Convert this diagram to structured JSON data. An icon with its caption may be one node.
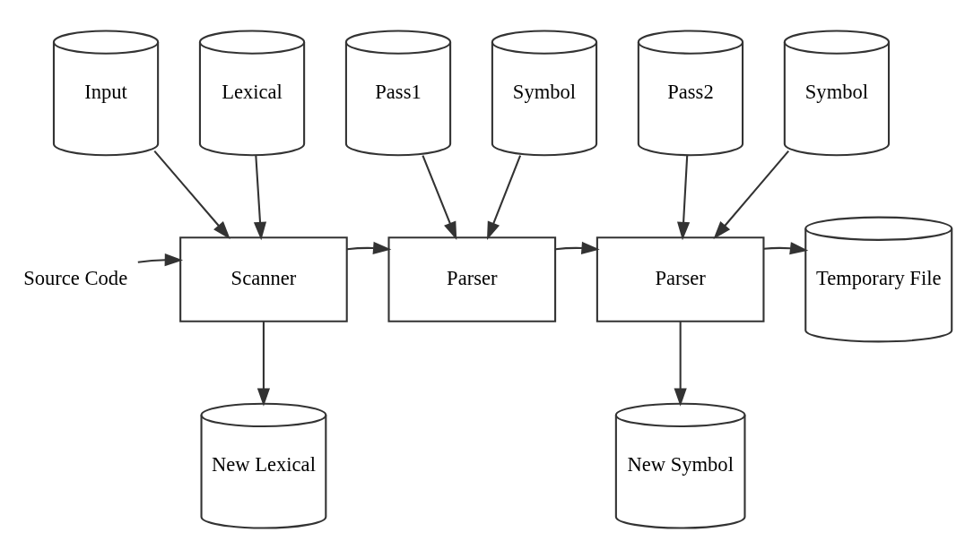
{
  "diagram": {
    "nodes": [
      {
        "text": [
          "Input"
        ]
      },
      {
        "text": [
          "Lexical"
        ]
      },
      {
        "text": [
          "Pass1"
        ]
      },
      {
        "text": [
          "Symbol"
        ]
      },
      {
        "text": [
          "Pass2"
        ]
      },
      {
        "text": [
          "Symbol"
        ]
      },
      {
        "text": [
          "Temporary File"
        ]
      },
      {
        "text": [
          "Source Code"
        ]
      },
      {
        "text": [
          "Scanner"
        ]
      },
      {
        "text": [
          "Parser"
        ]
      },
      {
        "text": [
          "Parser"
        ]
      },
      {
        "text": [
          "New Lexical"
        ]
      },
      {
        "text": [
          "New Symbol"
        ]
      }
    ],
    "edges": [
      {
        "from": 0,
        "to": 8,
        "arrow": "to"
      },
      {
        "from": 1,
        "to": 8,
        "arrow": "to"
      },
      {
        "from": 2,
        "to": 9,
        "arrow": "to"
      },
      {
        "from": 3,
        "to": 9,
        "arrow": "to"
      },
      {
        "from": 4,
        "to": 10,
        "arrow": "to"
      },
      {
        "from": 5,
        "to": 10,
        "arrow": "to"
      },
      {
        "from": 7,
        "to": 8,
        "arrow": "to"
      },
      {
        "from": 8,
        "to": 9,
        "arrow": "to"
      },
      {
        "from": 9,
        "to": 10,
        "arrow": "to"
      },
      {
        "from": 10,
        "to": 6,
        "arrow": "to"
      },
      {
        "from": 8,
        "to": 11,
        "arrow": "to"
      },
      {
        "from": 10,
        "to": 12,
        "arrow": "to"
      }
    ]
  }
}
